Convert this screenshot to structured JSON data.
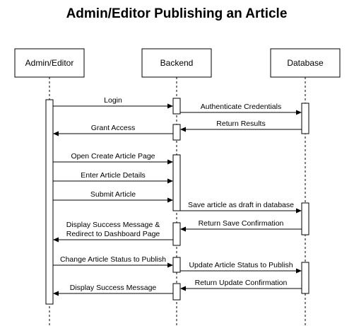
{
  "title": "Admin/Editor Publishing an Article",
  "participants": [
    {
      "id": "p1",
      "label": "Admin/Editor"
    },
    {
      "id": "p2",
      "label": "Backend"
    },
    {
      "id": "p3",
      "label": "Database"
    }
  ],
  "messages": [
    {
      "from": "p1",
      "to": "p2",
      "lines": [
        "Login"
      ]
    },
    {
      "from": "p2",
      "to": "p3",
      "lines": [
        "Authenticate Credentials"
      ]
    },
    {
      "from": "p3",
      "to": "p2",
      "lines": [
        "Return Results"
      ]
    },
    {
      "from": "p2",
      "to": "p1",
      "lines": [
        "Grant Access"
      ]
    },
    {
      "from": "p1",
      "to": "p2",
      "lines": [
        "Open Create Article Page"
      ]
    },
    {
      "from": "p1",
      "to": "p2",
      "lines": [
        "Enter Article Details"
      ]
    },
    {
      "from": "p1",
      "to": "p2",
      "lines": [
        "Submit Article"
      ]
    },
    {
      "from": "p2",
      "to": "p3",
      "lines": [
        "Save article as draft in database"
      ]
    },
    {
      "from": "p3",
      "to": "p2",
      "lines": [
        "Return Save Confirmation"
      ]
    },
    {
      "from": "p2",
      "to": "p1",
      "lines": [
        "Display Success Message &",
        "Redirect to Dashboard Page"
      ]
    },
    {
      "from": "p1",
      "to": "p2",
      "lines": [
        "Change Article Status to Publish"
      ]
    },
    {
      "from": "p2",
      "to": "p3",
      "lines": [
        "Update Article Status to Publish"
      ]
    },
    {
      "from": "p3",
      "to": "p2",
      "lines": [
        "Return Update Confirmation"
      ]
    },
    {
      "from": "p2",
      "to": "p1",
      "lines": [
        "Display Success Message"
      ]
    }
  ]
}
